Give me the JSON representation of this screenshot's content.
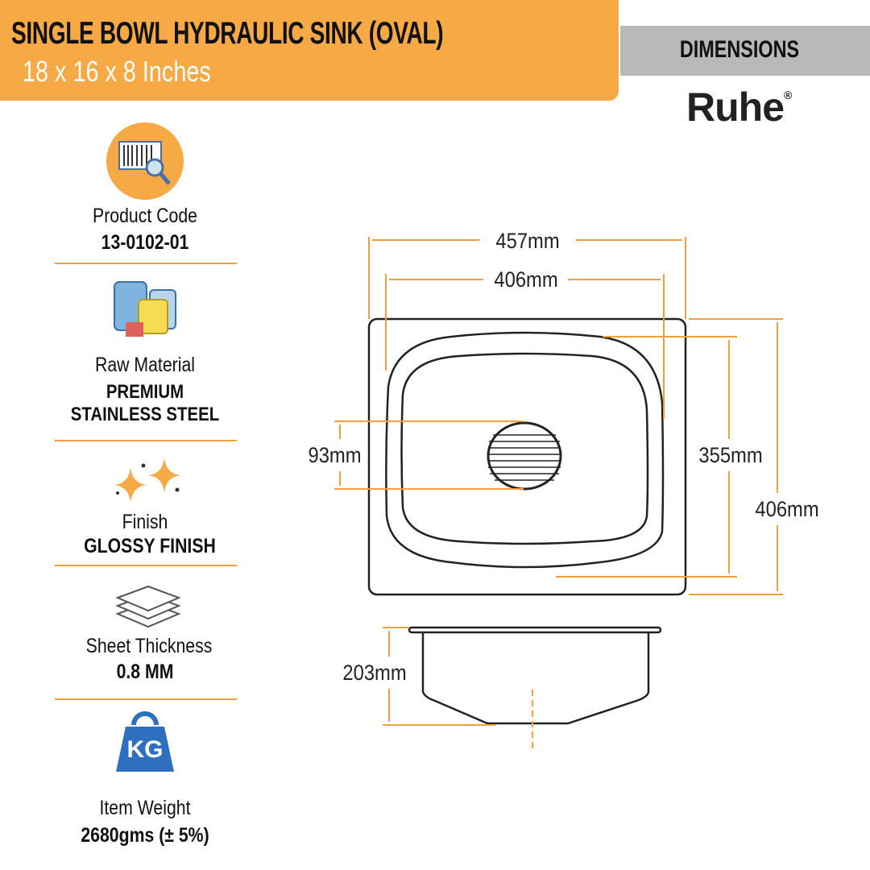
{
  "header": {
    "title": "SINGLE BOWL HYDRAULIC SINK (OVAL)",
    "subtitle": "18 x 16 x 8 Inches",
    "section_label": "DIMENSIONS",
    "brand": "Ruhe",
    "brand_mark": "®"
  },
  "specs": [
    {
      "label": "Product Code",
      "value": "13-0102-01",
      "icon": "barcode-search-icon"
    },
    {
      "label": "Raw Material",
      "value": "PREMIUM",
      "value2": "STAINLESS STEEL",
      "icon": "material-cans-icon"
    },
    {
      "label": "Finish",
      "value": "GLOSSY FINISH",
      "icon": "sparkle-icon"
    },
    {
      "label": "Sheet Thickness",
      "value": "0.8 MM",
      "icon": "sheet-layers-icon"
    },
    {
      "label": "Item Weight",
      "value": "2680gms (± 5%)",
      "icon": "kg-weight-icon",
      "icon_text": "KG"
    }
  ],
  "dimensions": {
    "overall_width": "457mm",
    "bowl_width": "406mm",
    "drain_diameter": "93mm",
    "bowl_length": "355mm",
    "overall_length": "406mm",
    "depth": "203mm"
  },
  "colors": {
    "accent": "#f6a945",
    "dimension_line": "#f0a040",
    "bar": "#b9b9b9"
  }
}
